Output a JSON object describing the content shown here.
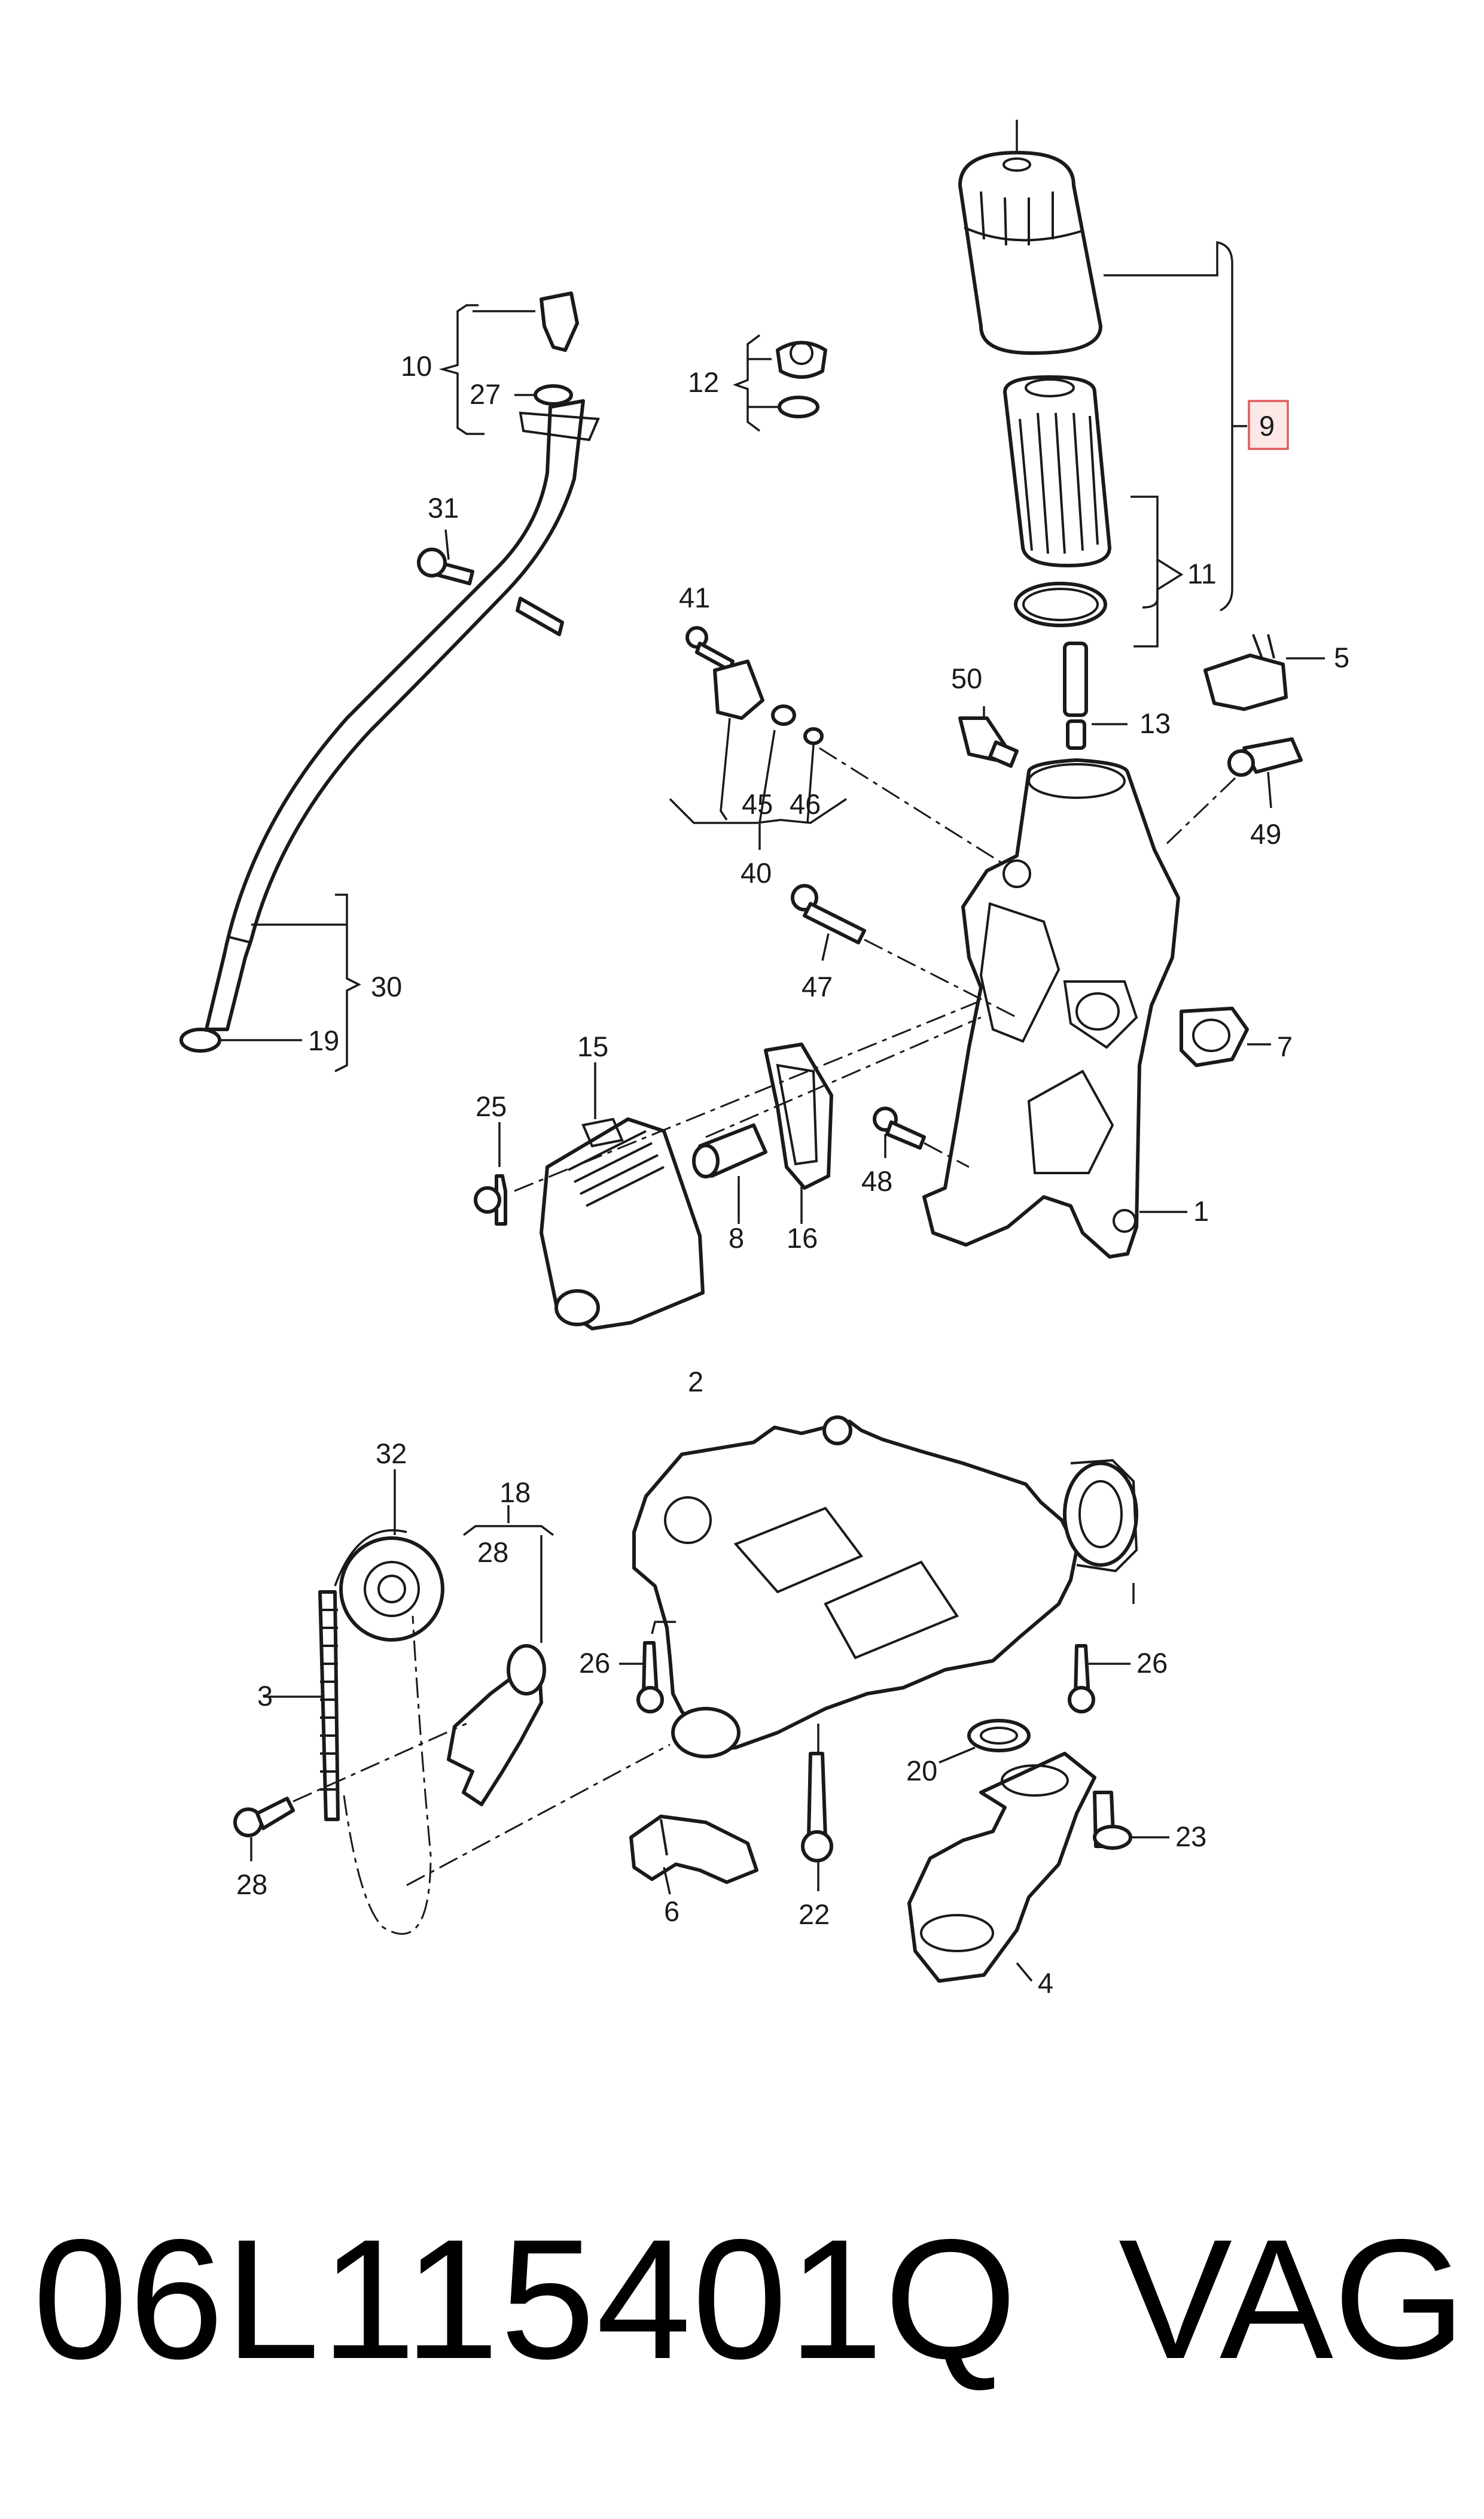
{
  "highlighted_callout": "9",
  "callouts": [
    {
      "id": "c1",
      "label": "1"
    },
    {
      "id": "c2",
      "label": "2"
    },
    {
      "id": "c3",
      "label": "3"
    },
    {
      "id": "c4",
      "label": "4"
    },
    {
      "id": "c5",
      "label": "5"
    },
    {
      "id": "c6",
      "label": "6"
    },
    {
      "id": "c7",
      "label": "7"
    },
    {
      "id": "c8",
      "label": "8"
    },
    {
      "id": "c9",
      "label": "9"
    },
    {
      "id": "c10",
      "label": "10"
    },
    {
      "id": "c11",
      "label": "11"
    },
    {
      "id": "c12",
      "label": "12"
    },
    {
      "id": "c13",
      "label": "13"
    },
    {
      "id": "c15",
      "label": "15"
    },
    {
      "id": "c16",
      "label": "16"
    },
    {
      "id": "c18",
      "label": "18"
    },
    {
      "id": "c19",
      "label": "19"
    },
    {
      "id": "c20",
      "label": "20"
    },
    {
      "id": "c22",
      "label": "22"
    },
    {
      "id": "c23",
      "label": "23"
    },
    {
      "id": "c25",
      "label": "25"
    },
    {
      "id": "c26a",
      "label": "26"
    },
    {
      "id": "c26b",
      "label": "26"
    },
    {
      "id": "c27",
      "label": "27"
    },
    {
      "id": "c28a",
      "label": "28"
    },
    {
      "id": "c28b",
      "label": "28"
    },
    {
      "id": "c30",
      "label": "30"
    },
    {
      "id": "c31",
      "label": "31"
    },
    {
      "id": "c32",
      "label": "32"
    },
    {
      "id": "c40",
      "label": "40"
    },
    {
      "id": "c41",
      "label": "41"
    },
    {
      "id": "c45",
      "label": "45"
    },
    {
      "id": "c46",
      "label": "46"
    },
    {
      "id": "c47",
      "label": "47"
    },
    {
      "id": "c48",
      "label": "48"
    },
    {
      "id": "c49",
      "label": "49"
    },
    {
      "id": "c50",
      "label": "50"
    }
  ],
  "footer": {
    "part_number": "06L115401Q",
    "brand": "VAG"
  },
  "colors": {
    "line": "#1a1a1a",
    "highlight_stroke": "#e05a5a",
    "highlight_fill": "#fde8e8"
  }
}
